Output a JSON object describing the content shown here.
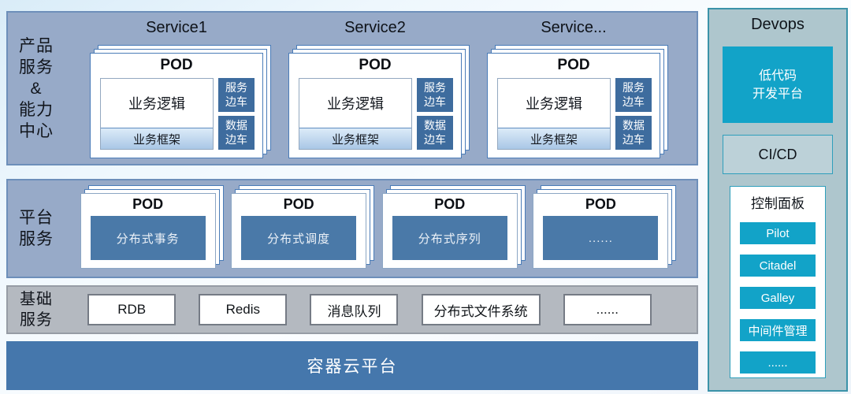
{
  "product_section": {
    "label_lines": [
      "产品",
      "服务",
      "&",
      "能力",
      "中心"
    ],
    "services": [
      {
        "title": "Service1",
        "pod": "POD",
        "logic": "业务逻辑",
        "framework": "业务框架",
        "sidecar_top": "服务边车",
        "sidecar_bottom": "数据边车"
      },
      {
        "title": "Service2",
        "pod": "POD",
        "logic": "业务逻辑",
        "framework": "业务框架",
        "sidecar_top": "服务边车",
        "sidecar_bottom": "数据边车"
      },
      {
        "title": "Service...",
        "pod": "POD",
        "logic": "业务逻辑",
        "framework": "业务框架",
        "sidecar_top": "服务边车",
        "sidecar_bottom": "数据边车"
      }
    ]
  },
  "platform_section": {
    "label_lines": [
      "平台",
      "服务"
    ],
    "pods": [
      {
        "pod": "POD",
        "name": "分布式事务"
      },
      {
        "pod": "POD",
        "name": "分布式调度"
      },
      {
        "pod": "POD",
        "name": "分布式序列"
      },
      {
        "pod": "POD",
        "name": "......"
      }
    ]
  },
  "base_section": {
    "label_lines": [
      "基础",
      "服务"
    ],
    "items": [
      "RDB",
      "Redis",
      "消息队列",
      "分布式文件系统",
      "......"
    ]
  },
  "container_bar": {
    "label": "容器云平台"
  },
  "devops": {
    "title": "Devops",
    "lowcode_lines": [
      "低代码",
      "开发平台"
    ],
    "cicd_label": "CI/CD",
    "control_panel_title": "控制面板",
    "control_items": [
      "Pilot",
      "Citadel",
      "Galley",
      "中间件管理",
      "......"
    ]
  },
  "colors": {
    "section_bg": "#97aac8",
    "section_border": "#6d8fba",
    "gray_section_bg": "#b4b9c0",
    "gray_section_border": "#969ca5",
    "container_bar_blue": "#4577ac",
    "sidecar_blue": "#3e6c9e",
    "pod_inner_blue": "#4a79a8",
    "pod_card_border": "#4a7cb8",
    "framework_gradient_top": "#dcebf8",
    "framework_gradient_bottom": "#a9c7e6",
    "devops_bg": "#aec6cd",
    "devops_border": "#3b93a9",
    "cyan_accent": "#12a3c8"
  }
}
